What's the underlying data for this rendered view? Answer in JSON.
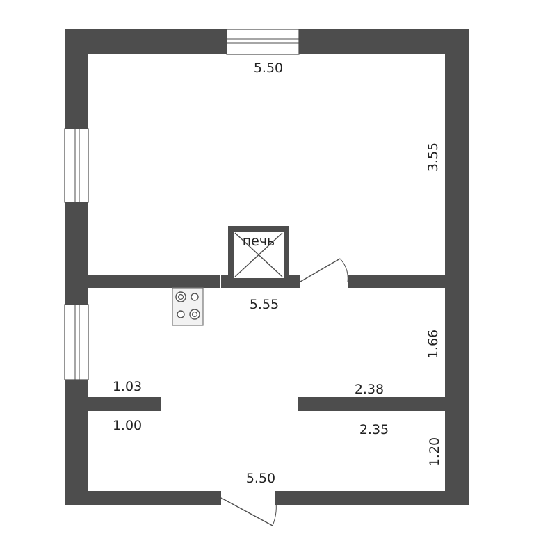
{
  "plan": {
    "colors": {
      "wall": "#4d4d4d",
      "background": "#ffffff",
      "text": "#222222"
    },
    "rooms": [
      {
        "name": "",
        "width_label": "5.50",
        "depth_label": "3.55"
      },
      {
        "name": "",
        "width_label": "5.55",
        "depth_label": "1.66"
      },
      {
        "name": "",
        "width_label": "5.50",
        "depth_label": "1.20"
      }
    ],
    "partition_labels": {
      "left_top": "1.03",
      "left_bottom": "1.00",
      "right_top": "2.38",
      "right_bottom": "2.35"
    },
    "stove_label": "печь",
    "icons": [
      "window-icon",
      "door-icon",
      "stove-icon",
      "cooktop-icon"
    ]
  }
}
